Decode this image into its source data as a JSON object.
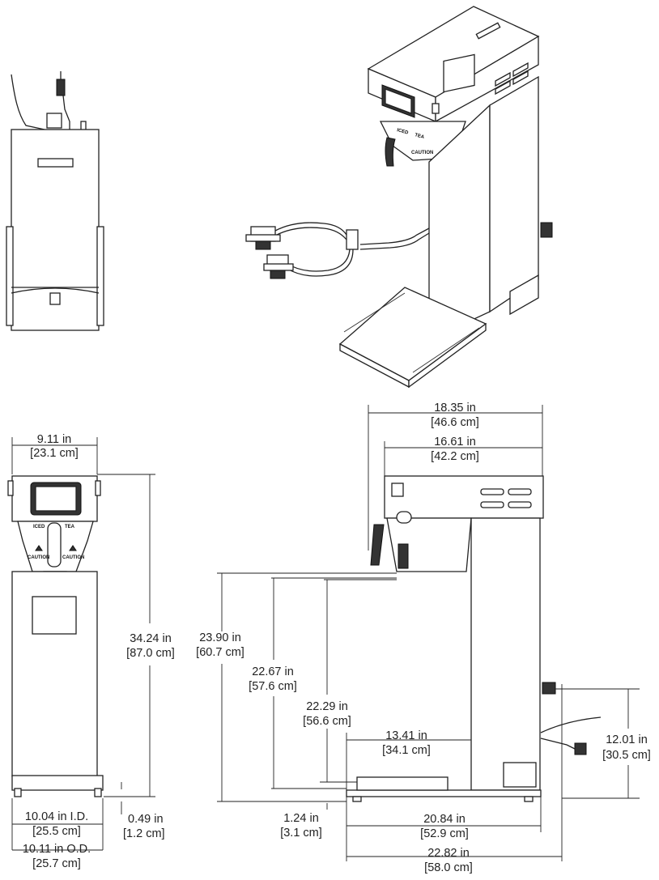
{
  "dimensions": {
    "overall_width": {
      "in": "18.35 in",
      "cm": "[46.6 cm]"
    },
    "body_width": {
      "in": "16.61 in",
      "cm": "[42.2 cm]"
    },
    "front_width": {
      "in": "9.11 in",
      "cm": "[23.1 cm]"
    },
    "overall_height": {
      "in": "34.24 in",
      "cm": "[87.0 cm]"
    },
    "clearance_max": {
      "in": "23.90 in",
      "cm": "[60.7 cm]"
    },
    "clearance_mid": {
      "in": "22.67 in",
      "cm": "[57.6 cm]"
    },
    "clearance_min": {
      "in": "22.29 in",
      "cm": "[56.6 cm]"
    },
    "cord_height": {
      "in": "12.01 in",
      "cm": "[30.5 cm]"
    },
    "tray_to_body": {
      "in": "13.41 in",
      "cm": "[34.1 cm]"
    },
    "tray_id": {
      "in": "10.04 in I.D.",
      "cm": "[25.5 cm]"
    },
    "tray_od": {
      "in": "10.11 in O.D.",
      "cm": "[25.7 cm]"
    },
    "foot_height": {
      "in": "0.49 in",
      "cm": "[1.2 cm]"
    },
    "tray_height": {
      "in": "1.24 in",
      "cm": "[3.1 cm]"
    },
    "base_depth": {
      "in": "20.84 in",
      "cm": "[52.9 cm]"
    },
    "overall_depth": {
      "in": "22.82 in",
      "cm": "[58.0 cm]"
    }
  },
  "labels": {
    "iced": "ICED",
    "tea": "TEA",
    "caution": "CAUTION"
  },
  "colors": {
    "line": "#222222",
    "display": "#3a3a3a"
  }
}
